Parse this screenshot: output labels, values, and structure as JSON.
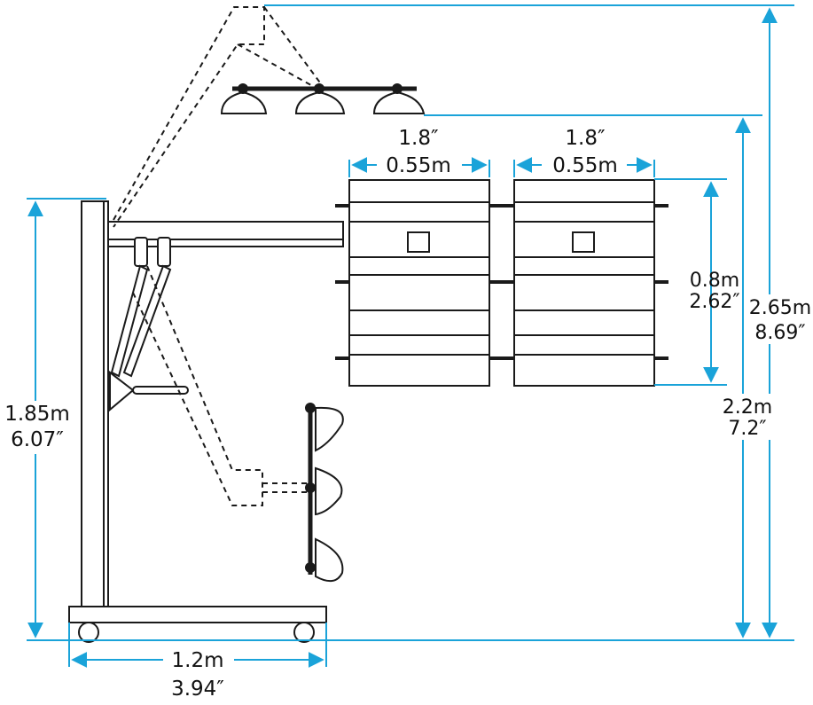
{
  "colors": {
    "dimension_line": "#1aa3d9",
    "frame_stroke": "#1a1a1a",
    "frame_fill": "#ffffff",
    "label_text": "#111111"
  },
  "dimensions": {
    "total_height": {
      "metric": "2.65m",
      "imperial": "8.69″"
    },
    "arm_height": {
      "metric": "2.2m",
      "imperial": "7.2″"
    },
    "post_height": {
      "metric": "1.85m",
      "imperial": "6.07″"
    },
    "base_width": {
      "metric": "1.2m",
      "imperial": "3.94″"
    },
    "rack_width_left": {
      "metric": "0.55m",
      "imperial": "1.8″"
    },
    "rack_width_right": {
      "metric": "0.55m",
      "imperial": "1.8″"
    },
    "rack_height": {
      "metric": "0.8m",
      "imperial": "2.62″"
    }
  }
}
